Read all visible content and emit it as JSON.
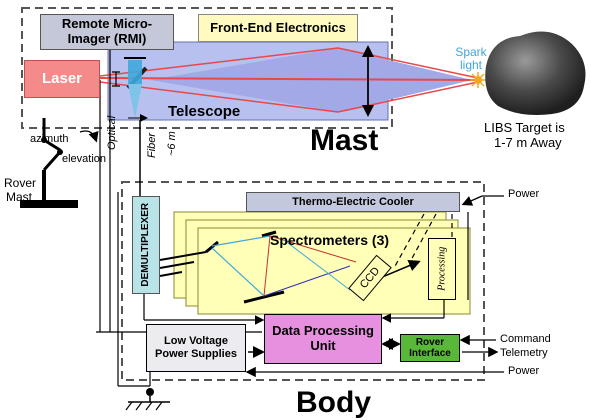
{
  "mast": {
    "rmi_label": "Remote Micro-Imager (RMI)",
    "front_end_label": "Front-End Electronics",
    "laser_label": "Laser",
    "telescope_label": "Telescope",
    "section_title": "Mast",
    "spark_light_label": "Spark light",
    "target_caption_line1": "LIBS Target is",
    "target_caption_line2": "1-7 m Away"
  },
  "rover_mast": {
    "azimuth_label": "azimuth",
    "elevation_label": "elevation",
    "title_line1": "Rover",
    "title_line2": "Mast"
  },
  "fiber": {
    "label_line1": "Optical",
    "label_line2": "Fiber",
    "length_label": "~6 m"
  },
  "body": {
    "section_title": "Body",
    "thermo_cooler_label": "Thermo-Electric Cooler",
    "demultiplexer_label": "DEMULTIPLEXER",
    "spectrometers_label": "Spectrometers (3)",
    "ccd_label": "CCD",
    "processing_label": "Processing",
    "dpu_label": "Data Processing Unit",
    "lvps_label": "Low Voltage Power Supplies",
    "rover_interface_label": "Rover Interface",
    "power_top_label": "Power",
    "command_label": "Command",
    "telemetry_label": "Telemetry",
    "power_bottom_label": "Power"
  },
  "colors": {
    "rmi_fill": "#c4c8d8",
    "front_end_fill": "#fffbc0",
    "laser_fill": "#f48a8a",
    "telescope_fill": "#b7c0ee",
    "laser_beam": "#e8484a",
    "fiber_light": "#3fa7dc",
    "spectrometer_fill": "#ffffb8",
    "demux_fill": "#b8e4e8",
    "dpu_fill": "#e890e0",
    "lvps_fill": "#ececf0",
    "rover_interface_fill": "#59b83a",
    "thermo_cooler_fill": "#c4c8dc",
    "target_rock": "#4a4a4a"
  },
  "icons": [
    "spark-icon",
    "rock-target-icon",
    "mirror-icon",
    "ground-icon",
    "rotation-arrow-icon"
  ]
}
